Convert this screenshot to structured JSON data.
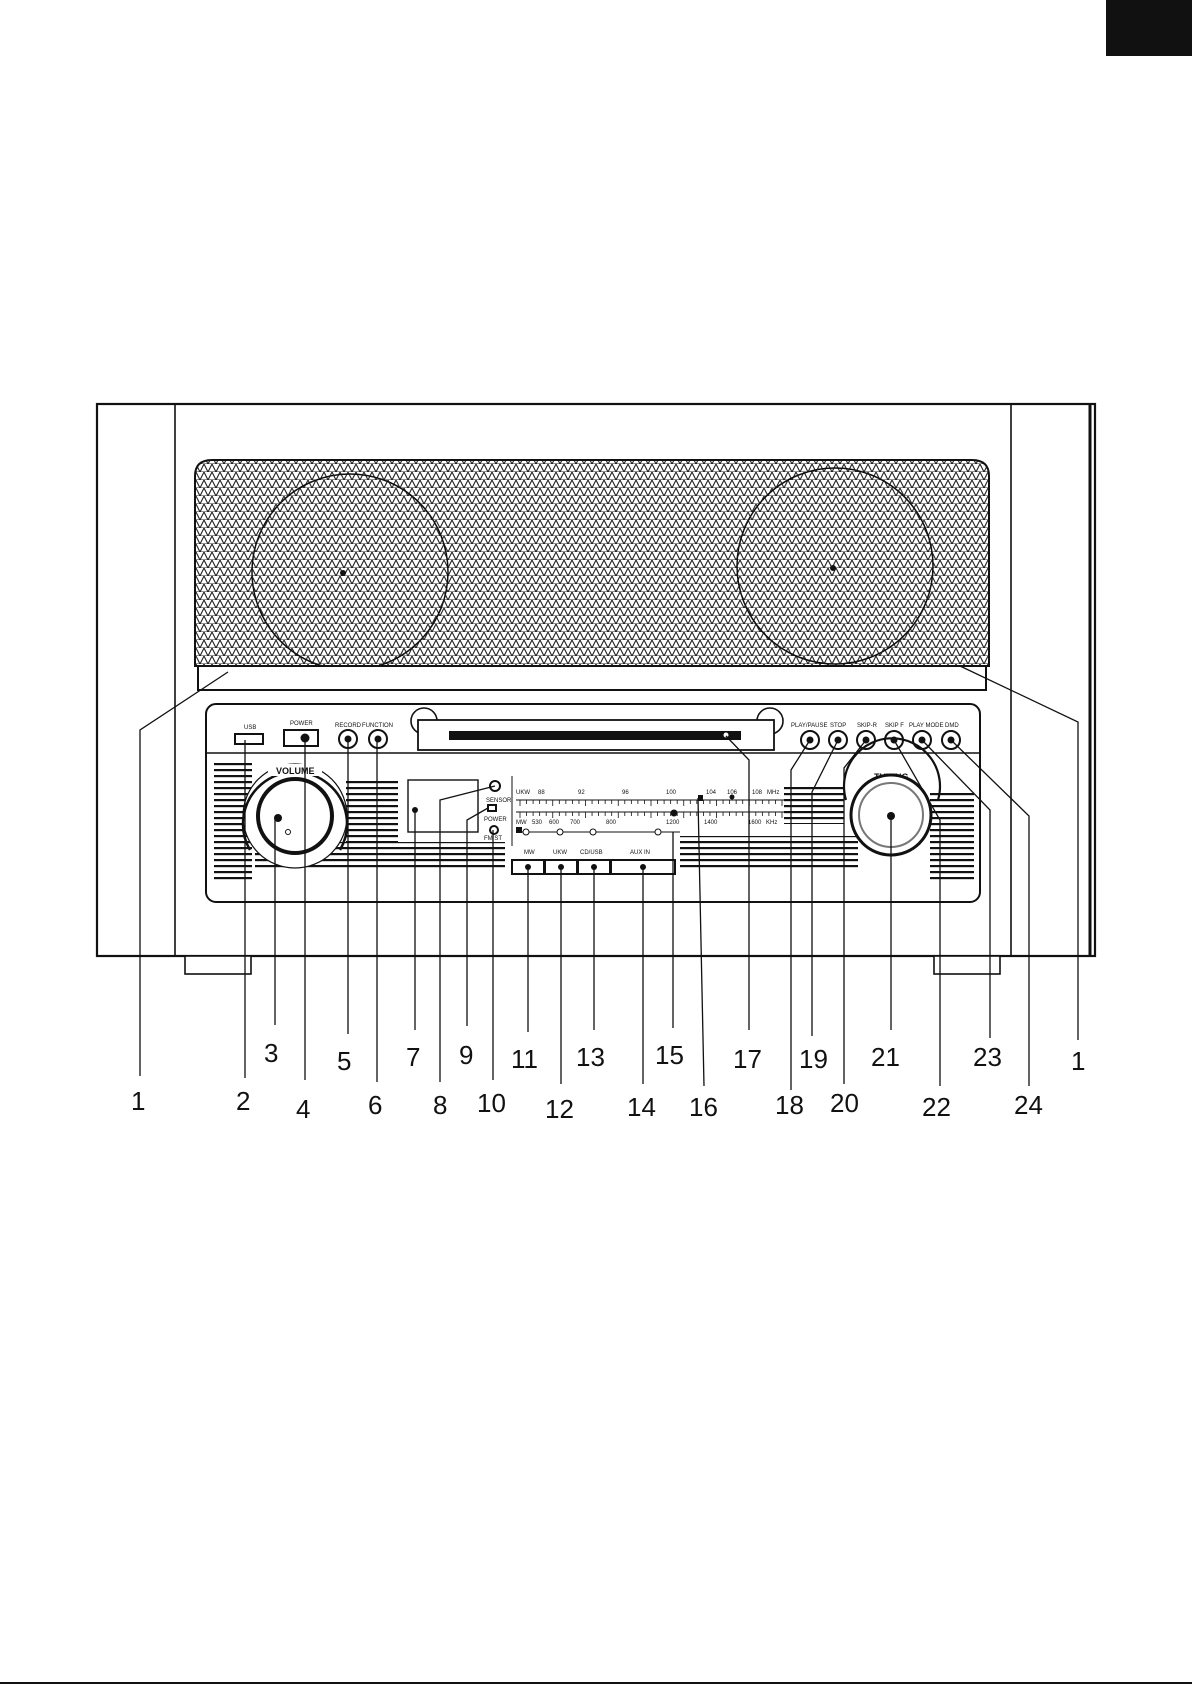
{
  "panel_labels": {
    "usb": "USB",
    "power": "POWER",
    "record": "RECORD",
    "function": "FUNCTION",
    "volume": "VOLUME",
    "tuning": "TUNING",
    "sensor": "SENSOR",
    "power_led": "POWER",
    "fm_st": "FM ST",
    "play_pause": "PLAY/PAUSE",
    "stop": "STOP",
    "skip_back": "SKIP-R",
    "skip_fwd": "SKIP F",
    "play_mode": "PLAY MODE",
    "dmd": "DMD",
    "band_mw": "MW",
    "band_ukw": "UKW",
    "band_cd": "CD/USB",
    "band_aux": "AUX IN",
    "ukw_scale": "UKW",
    "mw_scale": "MW",
    "mhz": "MHz",
    "khz": "KHz"
  },
  "scale": {
    "ukw_ticks": [
      "88",
      "92",
      "96",
      "100",
      "104",
      "106",
      "108"
    ],
    "mw_ticks": [
      "530",
      "600",
      "700",
      "800",
      "1200",
      "1400",
      "1600"
    ]
  },
  "callouts": {
    "upper": [
      "3",
      "5",
      "7",
      "9",
      "11",
      "13",
      "15",
      "17",
      "19",
      "21",
      "23",
      "1"
    ],
    "lower": [
      "1",
      "2",
      "4",
      "6",
      "8",
      "10",
      "12",
      "14",
      "16",
      "18",
      "20",
      "22",
      "24"
    ]
  }
}
